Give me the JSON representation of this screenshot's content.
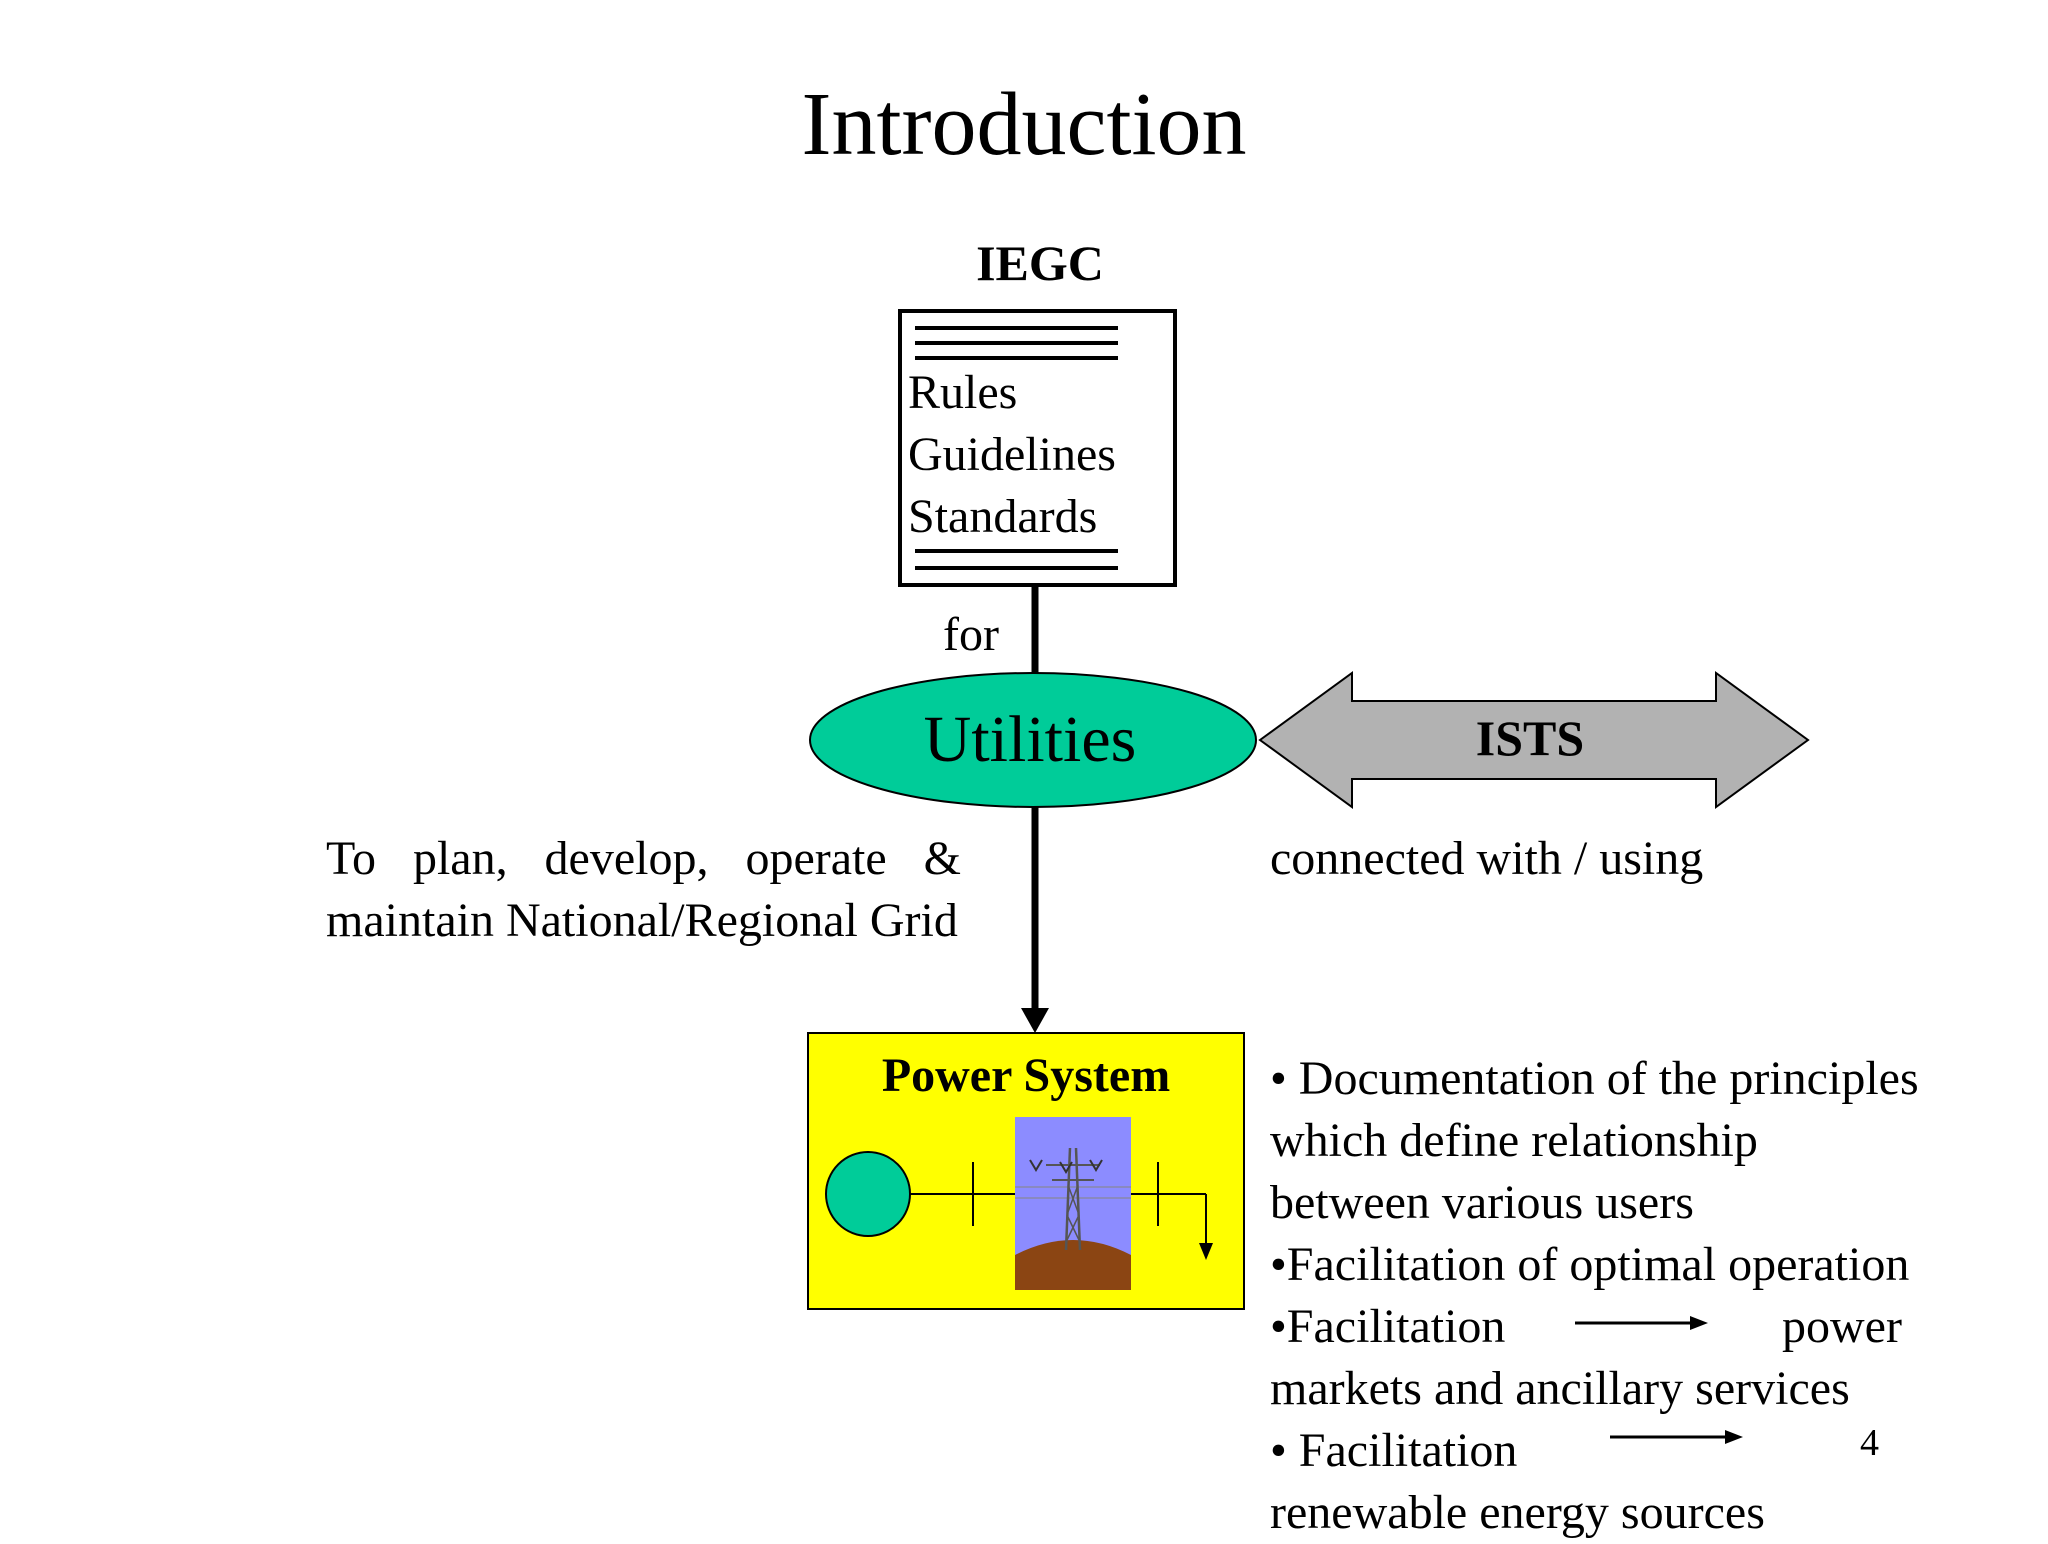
{
  "slide": {
    "title": "Introduction",
    "page_number": "4"
  },
  "diagram": {
    "document": {
      "heading": "IEGC",
      "lines": [
        "Rules",
        "Guidelines",
        "Standards"
      ]
    },
    "connector_label": "for",
    "hub": {
      "label": "Utilities",
      "color": "#00CC99"
    },
    "double_arrow": {
      "label": "ISTS",
      "color": "#B2B2B2"
    },
    "left_caption": "To plan, develop,  operate & maintain    National/Regional Grid",
    "right_caption": "connected with / using",
    "power_system": {
      "label": "Power System",
      "box_color": "#FFFF00",
      "generator_color": "#00CC99",
      "sky_color": "#8C8CFF",
      "ground_color": "#8B4513"
    }
  },
  "bullets": {
    "lines": [
      "• Documentation of the principles",
      "which define relationship",
      "between various users",
      "•Facilitation of optimal operation",
      "•Facilitation",
      "power",
      "markets and ancillary services",
      "• Facilitation",
      "renewable energy sources"
    ]
  }
}
